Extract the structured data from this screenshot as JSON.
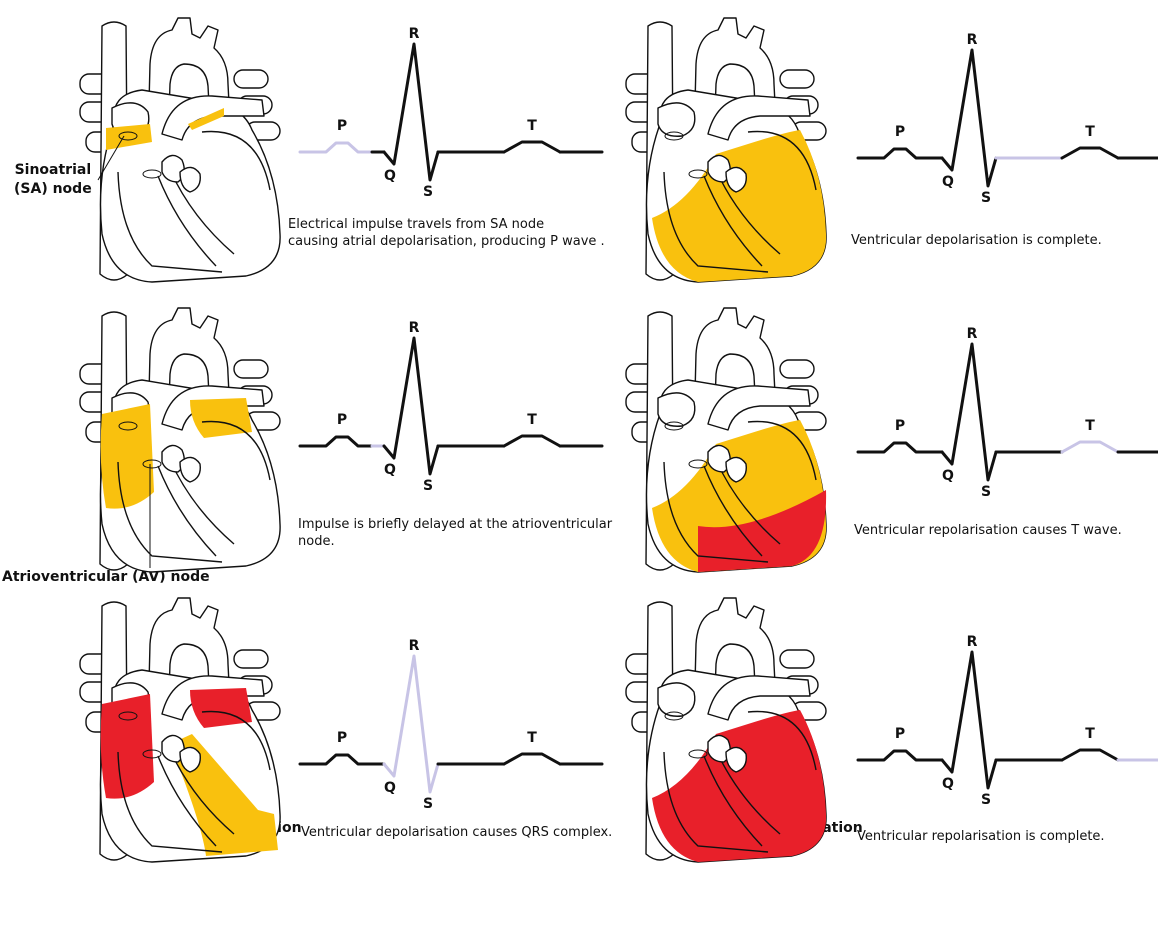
{
  "colors": {
    "depolarisation": "#f9c10e",
    "repolarisation": "#e8202a",
    "highlight": "#c8c4e6",
    "line": "#111111"
  },
  "wave_labels": {
    "p": "P",
    "q": "Q",
    "r": "R",
    "s": "S",
    "t": "T"
  },
  "annotations": {
    "sa_node": [
      "Sinoatrial",
      "(SA) node"
    ],
    "av_node": "Atrioventricular (AV) node"
  },
  "panels": [
    {
      "caption": [
        "Electrical impulse travels from SA node",
        "causing atrial depolarisation, producing P wave ."
      ],
      "atria": "none",
      "sa_patch": "depol",
      "ventricle": "none",
      "highlight": "P"
    },
    {
      "caption": [
        "Ventricular depolarisation is complete."
      ],
      "atria": "none",
      "sa_patch": "none",
      "ventricle": "depol",
      "highlight": "ST"
    },
    {
      "caption": [
        "Impulse is briefly delayed at the atrioventricular",
        "node."
      ],
      "atria": "depol",
      "sa_patch": "none",
      "ventricle": "none",
      "highlight": "PQ"
    },
    {
      "caption": [
        "Ventricular repolarisation causes T wave."
      ],
      "atria": "none",
      "sa_patch": "none",
      "ventricle": "mixed",
      "highlight": "T"
    },
    {
      "caption": [
        "Ventricular depolarisation causes QRS complex."
      ],
      "atria": "repol",
      "sa_patch": "none",
      "ventricle": "partial",
      "highlight": "QRS"
    },
    {
      "caption": [
        "Ventricular repolarisation is complete."
      ],
      "atria": "none",
      "sa_patch": "none",
      "ventricle": "repol",
      "highlight": "END"
    }
  ],
  "legend": [
    {
      "label": "Depolarisation",
      "color": "#f9c10e"
    },
    {
      "label": "Repolarisation",
      "color": "#e8202a"
    }
  ]
}
